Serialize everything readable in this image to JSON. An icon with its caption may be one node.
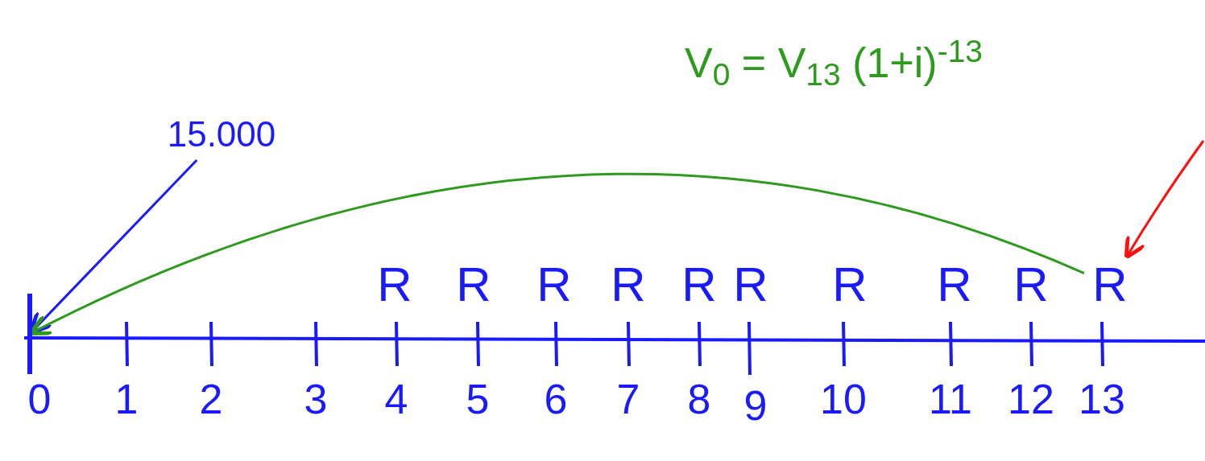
{
  "diagram": {
    "nodes": [
      {
        "text": [
          "15.000"
        ]
      },
      {
        "text": [],
        "shape": "bar"
      },
      {
        "text": [
          "R"
        ]
      },
      {
        "text": [
          "R"
        ]
      },
      {
        "text": [
          "R"
        ]
      },
      {
        "text": [
          "R"
        ]
      },
      {
        "text": [
          "R"
        ]
      },
      {
        "text": [
          "R"
        ]
      },
      {
        "text": [
          "R"
        ]
      },
      {
        "text": [
          "R"
        ]
      },
      {
        "text": [
          "R"
        ]
      },
      {
        "text": [
          "R"
        ]
      }
    ],
    "edges": [
      {
        "from": 0,
        "to": 1,
        "arrow": "to"
      },
      {
        "from": 11,
        "to": 1,
        "arrow": "to",
        "label": "V$_{0}$ = V$_{13}$ (1+i)$^{-13}$",
        "color": "#2e9a1e"
      },
      {
        "from": null,
        "to": 11,
        "arrow": "to",
        "color": "#ff1010"
      }
    ],
    "labels": [
      "0",
      "1",
      "2",
      "3",
      "4",
      "5",
      "6",
      "7",
      "8",
      "9",
      "10",
      "11",
      "12",
      "13"
    ]
  }
}
